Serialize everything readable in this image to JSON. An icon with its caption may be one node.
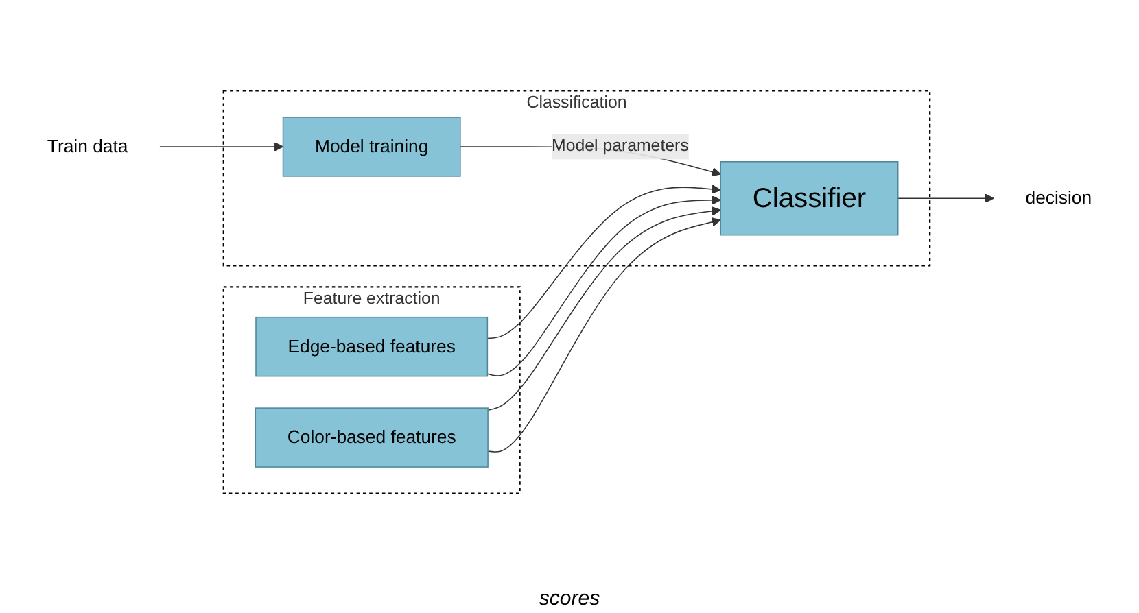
{
  "diagram": {
    "nodes": [
      {
        "text": [
          "Feature extraction"
        ]
      },
      {
        "text": [
          "Edge-based features"
        ],
        "in": 0
      },
      {
        "text": [
          "Color-based features"
        ],
        "in": 0
      },
      {
        "text": [
          "Classification"
        ]
      },
      {
        "text": [
          "Model training"
        ],
        "in": 3
      },
      {
        "text": [
          "Classifier"
        ],
        "in": 3
      },
      {
        "text": [
          "Train data"
        ]
      },
      {
        "text": [
          "decision"
        ]
      }
    ],
    "edges": [
      {
        "from": 6,
        "to": 4,
        "arrow": "to"
      },
      {
        "from": 4,
        "to": 5,
        "arrow": "to",
        "label": "Model parameters"
      },
      {
        "from": 1,
        "to": 5,
        "arrow": "to"
      },
      {
        "from": 1,
        "to": 5,
        "arrow": "to"
      },
      {
        "from": 2,
        "to": 5,
        "arrow": "to"
      },
      {
        "from": 2,
        "to": 5,
        "arrow": "to"
      },
      {
        "from": 5,
        "to": 7,
        "arrow": "to"
      }
    ],
    "labels": [
      "scores"
    ]
  }
}
